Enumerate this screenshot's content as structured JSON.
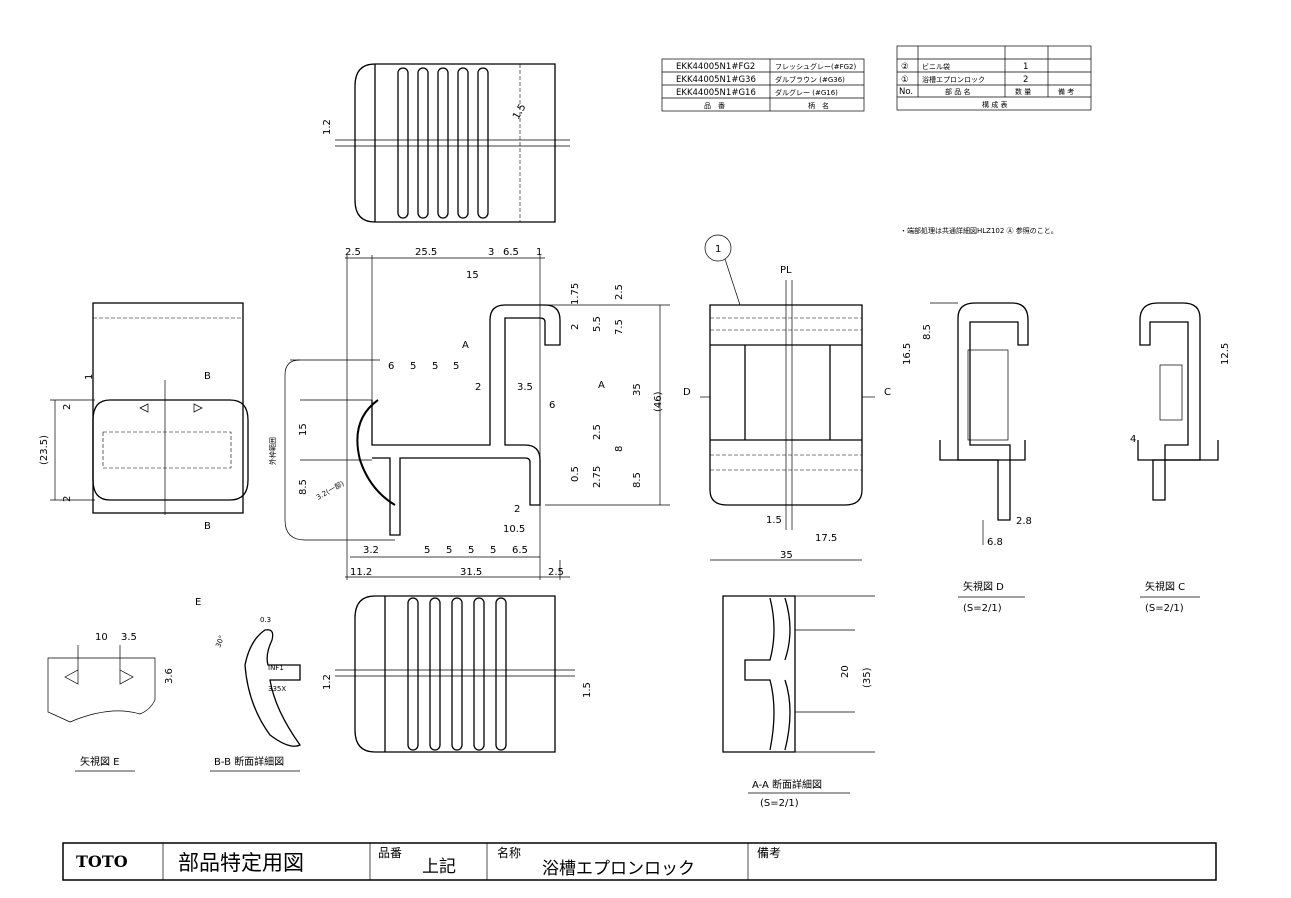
{
  "parts_table": {
    "rows": [
      {
        "code": "EKK44005N1#FG2",
        "name": "フレッシュグレー(#FG2)"
      },
      {
        "code": "EKK44005N1#G36",
        "name": "ダルブラウン (#G36)"
      },
      {
        "code": "EKK44005N1#G16",
        "name": "ダルグレー (#G16)"
      }
    ],
    "header_code": "品　番",
    "header_name": "柄　名"
  },
  "composition_table": {
    "rows": [
      {
        "no": "②",
        "name": "ビニル袋",
        "qty": "1",
        "note": ""
      },
      {
        "no": "①",
        "name": "浴槽エプロンロック",
        "qty": "2",
        "note": ""
      }
    ],
    "header_no": "No.",
    "header_name": "部 品 名",
    "header_qty": "数 量",
    "header_note": "備 考",
    "caption": "構 成 表"
  },
  "note": "・端部処理は共通詳細図HLZ102 Ⓐ 参照のこと。",
  "dims": {
    "top_12": "1.2",
    "top_15": "1.5",
    "d25a": "2.5",
    "d255": "25.5",
    "d3": "3",
    "d65": "6.5",
    "d1": "1",
    "d15b": "15",
    "d175": "1.75",
    "d25b": "2.5",
    "d2": "2",
    "d55": "5.5",
    "d75": "7.5",
    "d35": "35",
    "d46": "(46)",
    "d6a": "6",
    "d5a": "5",
    "d5b": "5",
    "d5c": "5",
    "d2b": "2",
    "d35b": "3.5",
    "d6b": "6",
    "d15c": "15",
    "d25c": "2.5",
    "d8": "8",
    "d85a": "8.5",
    "d05": "0.5",
    "d275": "2.75",
    "d85b": "8.5",
    "d32a": "3.2(一部)",
    "d2c": "2",
    "d105": "10.5",
    "d32b": "3.2",
    "d5d": "5",
    "d5e": "5",
    "d5f": "5",
    "d5g": "5",
    "d65b": "6.5",
    "d112": "11.2",
    "d315": "31.5",
    "d25d": "2.5",
    "outer_range": "外枠範囲",
    "lv_1": "1",
    "lv_2a": "2",
    "lv_2b": "2",
    "lv_235": "(23.5)",
    "sec_A": "A",
    "sec_A2": "A",
    "sec_B": "B",
    "sec_B2": "B",
    "arr_D": "D",
    "arr_C": "C",
    "pl": "PL",
    "balloon": "1",
    "fr_15": "1.5",
    "fr_175": "17.5",
    "fr_35": "35",
    "vd_165": "16.5",
    "vd_85": "8.5",
    "vd_28": "2.8",
    "vd_68": "6.8",
    "vc_125": "12.5",
    "vc_4": "4",
    "e_10": "10",
    "e_35": "3.5",
    "e_36": "3.6",
    "e_E": "E",
    "bb_30": "30°",
    "bb_03": "0.3",
    "bb_inf": "INF1",
    "bb_335": "335X",
    "bot_12": "1.2",
    "bot_15": "1.5",
    "aa_20": "20",
    "aa_35": "(35)"
  },
  "captions": {
    "view_d": "矢視図 D",
    "view_d_scale": "(S=2/1)",
    "view_c": "矢視図 C",
    "view_c_scale": "(S=2/1)",
    "view_e": "矢視図 E",
    "bb": "B-B 断面詳細図",
    "aa": "A-A 断面詳細図",
    "aa_scale": "(S=2/1)"
  },
  "title_block": {
    "brand": "TOTO",
    "doc_type": "部品特定用図",
    "part_no_label": "品番",
    "part_no": "上記",
    "name_label": "名称",
    "name": "浴槽エプロンロック",
    "remarks_label": "備考"
  }
}
